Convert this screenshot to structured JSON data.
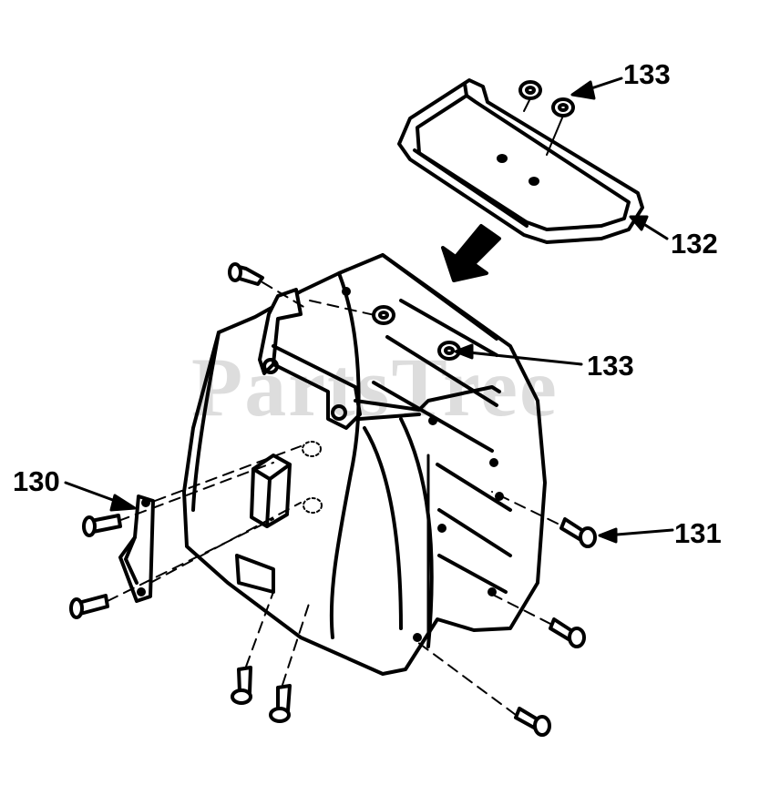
{
  "callouts": [
    {
      "id": "133-top",
      "label": "133"
    },
    {
      "id": "132",
      "label": "132"
    },
    {
      "id": "133-mid",
      "label": "133"
    },
    {
      "id": "130",
      "label": "130"
    },
    {
      "id": "131",
      "label": "131"
    }
  ],
  "watermark": "PartsTree",
  "colors": {
    "line": "#000000",
    "fill": "#ffffff",
    "watermark": "#000000"
  }
}
